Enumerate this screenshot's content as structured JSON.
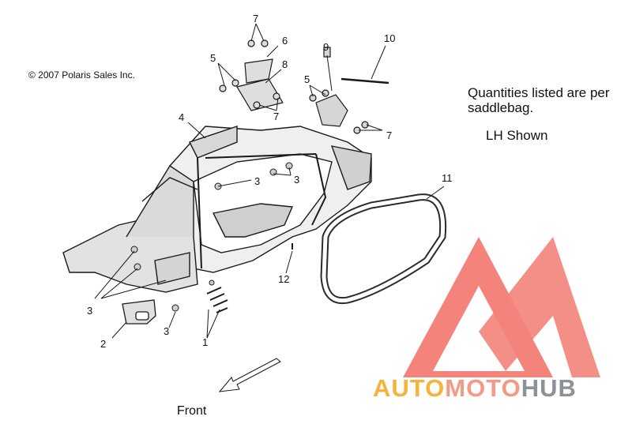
{
  "copyright": "© 2007 Polaris Sales Inc.",
  "note": "Quantities listed are per saddlebag.",
  "lh_shown": "LH Shown",
  "front_label": "Front",
  "callouts": {
    "c1": "1",
    "c2": "2",
    "c3a": "3",
    "c3b": "3",
    "c3c": "3",
    "c3d": "3",
    "c4": "4",
    "c5a": "5",
    "c5b": "5",
    "c6": "6",
    "c7a": "7",
    "c7b": "7",
    "c7c": "7",
    "c8": "8",
    "c9": "9",
    "c10": "10",
    "c11": "11",
    "c12": "12"
  },
  "brand": {
    "part1": "AUTO",
    "part2": "MOTO",
    "part3": "HUB"
  },
  "colors": {
    "line": "#1a1a1a",
    "watermark_red": "#f0554a",
    "watermark_orange": "#f6b23a",
    "watermark_pink": "#f49a84",
    "watermark_gray": "#8d9199"
  }
}
